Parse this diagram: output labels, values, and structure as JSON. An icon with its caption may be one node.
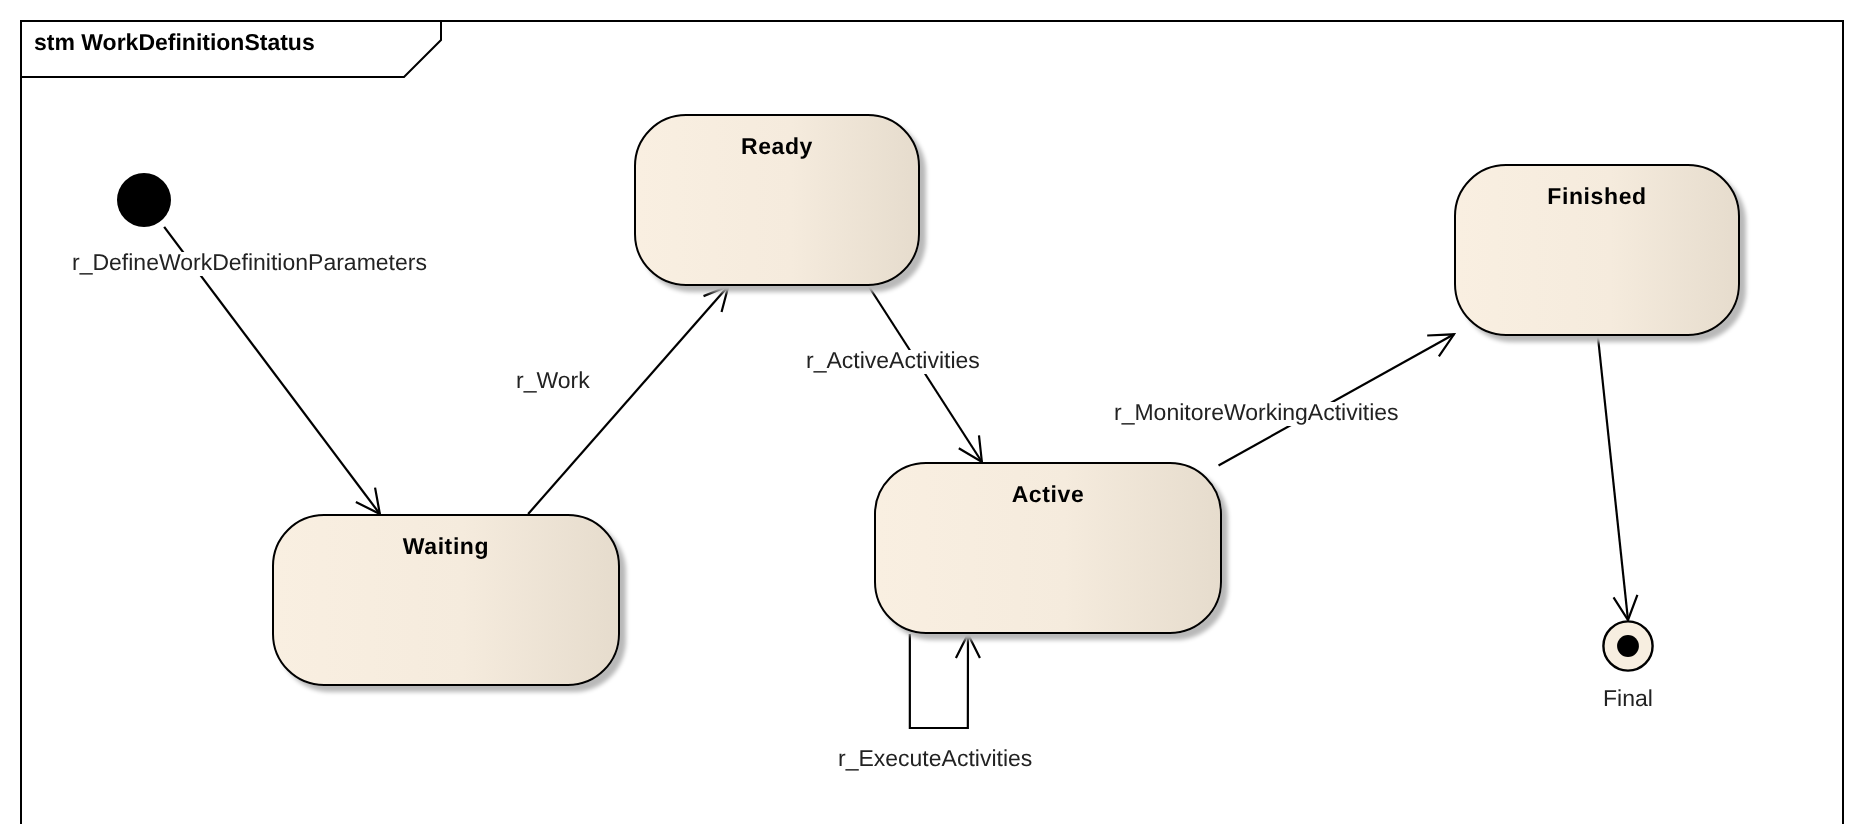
{
  "diagram": {
    "title": "stm WorkDefinitionStatus",
    "nodes": [
      {
        "text": [],
        "shape": "dot"
      },
      {
        "text": [
          "Waiting"
        ]
      },
      {
        "text": [
          "Ready"
        ]
      },
      {
        "text": [
          "Active"
        ]
      },
      {
        "text": [
          "Finished"
        ]
      },
      {
        "text": [],
        "shape": "bullseye",
        "beside": [
          "Final"
        ]
      }
    ],
    "edges": [
      {
        "from": 0,
        "to": 1,
        "arrow": "to",
        "label": "r_DefineWorkDefinitionParameters"
      },
      {
        "from": 1,
        "to": 2,
        "arrow": "to",
        "label": "r_Work"
      },
      {
        "from": 2,
        "to": 3,
        "arrow": "to",
        "label": "r_ActiveActivities"
      },
      {
        "from": 3,
        "to": 4,
        "arrow": "to",
        "label": "r_MonitoreWorkingActivities"
      },
      {
        "from": 3,
        "to": 3,
        "arrow": "to",
        "label": "r_ExecuteActivities"
      },
      {
        "from": 4,
        "to": 5,
        "arrow": "to"
      }
    ]
  }
}
